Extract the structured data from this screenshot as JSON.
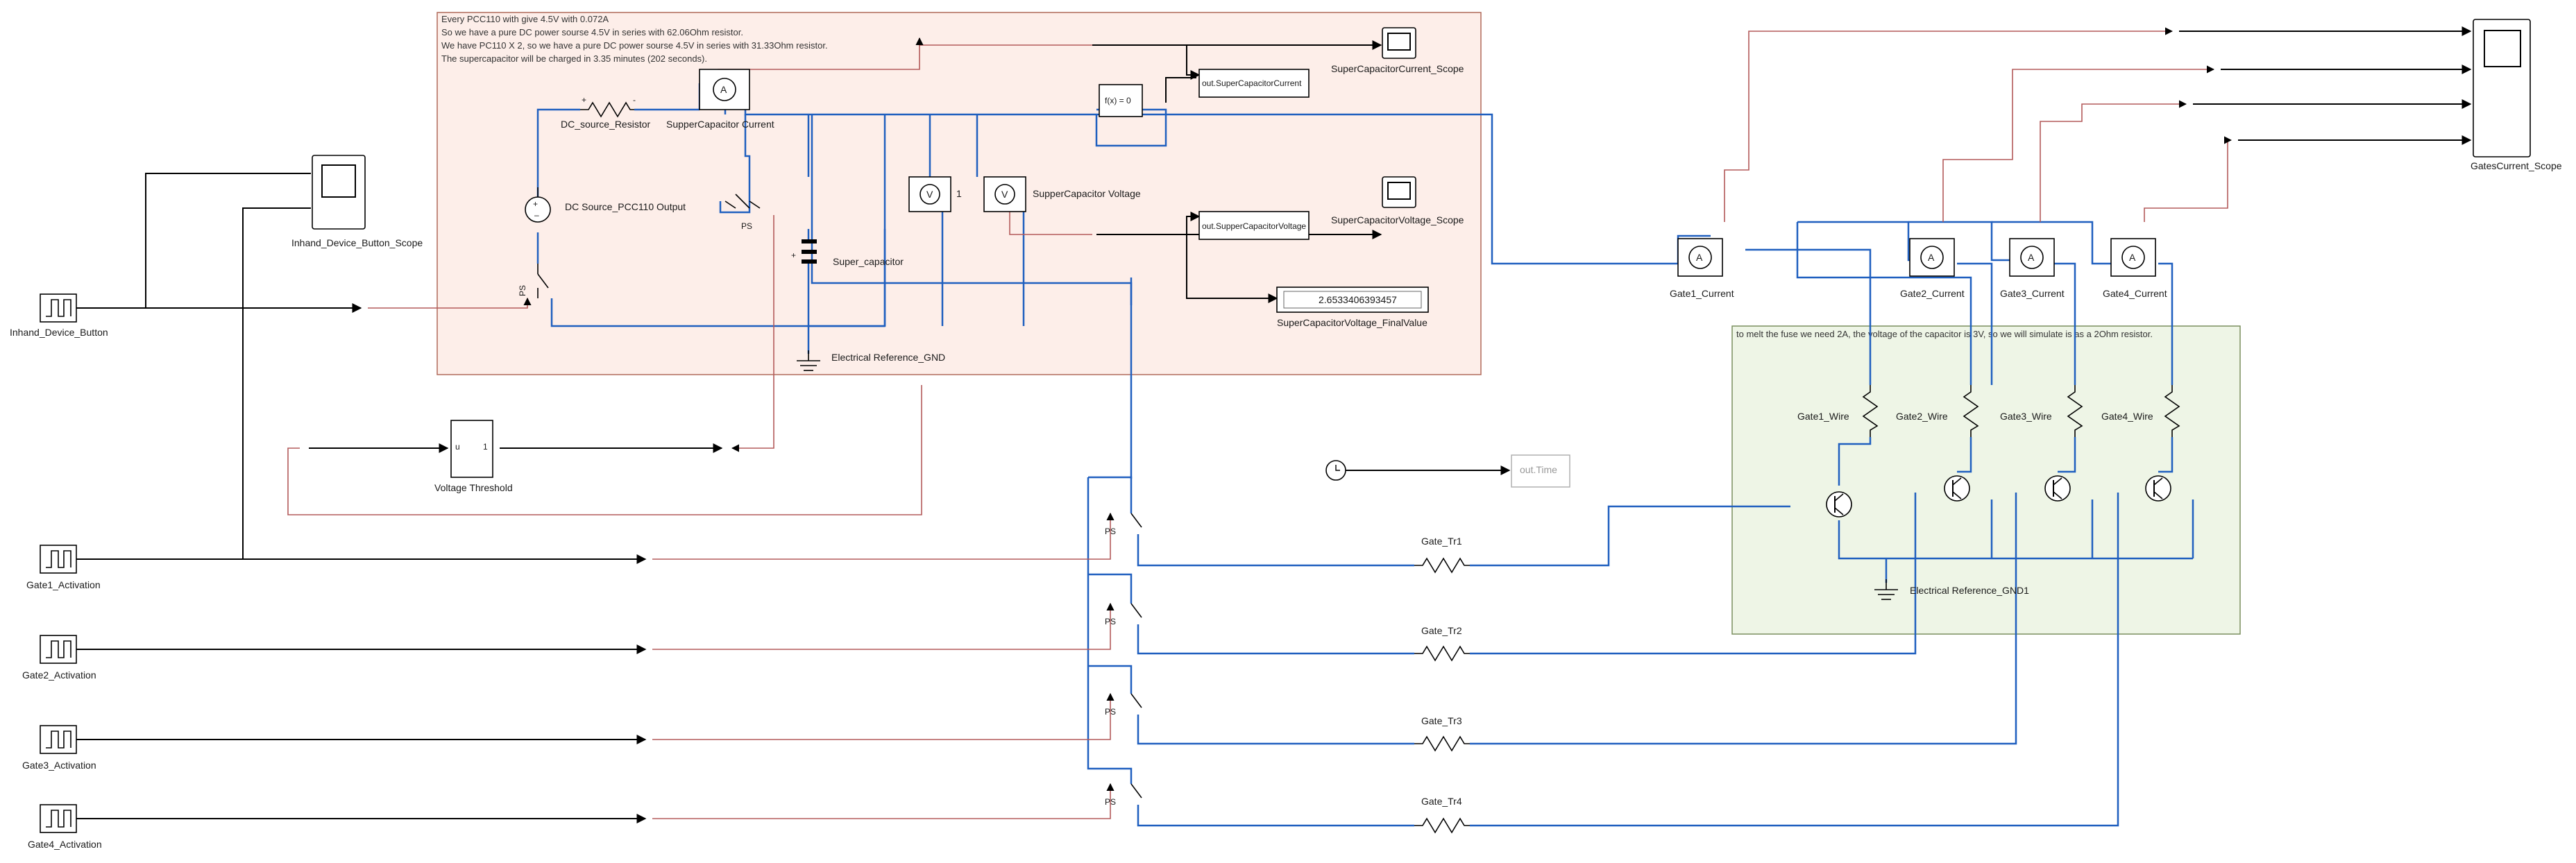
{
  "annotations": {
    "supercap_note_lines": [
      "Every PCC110 with give 4.5V with 0.072A",
      "So we have a pure DC power sourse 4.5V in series with 62.06Ohm resistor.",
      "We have PC110 X 2, so we have a pure DC power sourse 4.5V in series with 31.33Ohm resistor.",
      "The supercapacitor will be charged in 3.35 minutes (202 seconds)."
    ],
    "fuse_note": "to melt the fuse we need 2A, the voltage of the capacitor is 3V, so we will simulate is as a 2Ohm resistor."
  },
  "blocks": {
    "dc_source_resistor": "DC_source_Resistor",
    "supercap_current": "SupperCapacitor  Current",
    "dc_source": "DC Source_PCC110 Output",
    "super_capacitor": "Super_capacitor",
    "supercap_voltage": "SupperCapacitor  Voltage",
    "voltmeter_one": "1",
    "ground": "Electrical Reference_GND",
    "ground1": "Electrical Reference_GND1",
    "fx_block": "f(x) = 0",
    "out_current": "out.SuperCapacitorCurrent",
    "out_voltage": "out.SupperCapacitorVoltage",
    "scope_current": "SuperCapacitorCurrent_Scope",
    "scope_voltage": "SuperCapacitorVoltage_Scope",
    "display_value": "2.6533406393457",
    "display_label": "SuperCapacitorVoltage_FinalValue",
    "inhand_button": "Inhand_Device_Button",
    "inhand_scope": "Inhand_Device_Button_Scope",
    "voltage_threshold": "Voltage Threshold",
    "threshold_u": "u",
    "threshold_one": "1",
    "clock_out": "out.Time",
    "gates_scope": "GatesCurrent_Scope",
    "ps": "PS"
  },
  "gate_rows": [
    {
      "activation": "Gate1_Activation",
      "resistor": "Gate_Tr1"
    },
    {
      "activation": "Gate2_Activation",
      "resistor": "Gate_Tr2"
    },
    {
      "activation": "Gate3_Activation",
      "resistor": "Gate_Tr3"
    },
    {
      "activation": "Gate4_Activation",
      "resistor": "Gate_Tr4"
    }
  ],
  "gate_currents": [
    "Gate1_Current",
    "Gate2_Current",
    "Gate3_Current",
    "Gate4_Current"
  ],
  "gate_wires": [
    "Gate1_Wire",
    "Gate2_Wire",
    "Gate3_Wire",
    "Gate4_Wire"
  ],
  "colors": {
    "supercap_area": "#fdeee9",
    "fuse_area": "#eef5e6",
    "physical_wire": "#1f5fbf",
    "signal_wire": "#000000",
    "ps_wire": "#b35a5a"
  }
}
